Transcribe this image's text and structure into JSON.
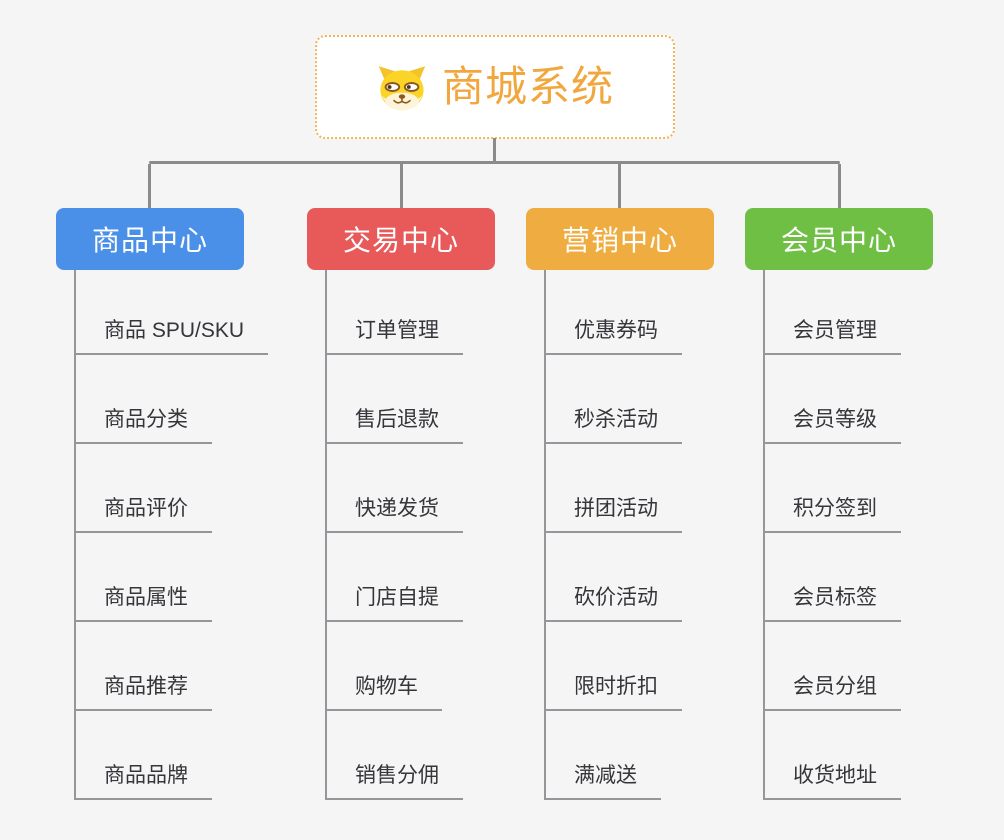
{
  "root": {
    "title": "商城系统",
    "icon": "dog-mascot-icon",
    "title_color": "#f1a73e",
    "border_color": "#f3b45a"
  },
  "connector_color": "#8b8b8b",
  "branches": [
    {
      "label": "商品中心",
      "color": "#4a8fe8",
      "children": [
        "商品 SPU/SKU",
        "商品分类",
        "商品评价",
        "商品属性",
        "商品推荐",
        "商品品牌"
      ]
    },
    {
      "label": "交易中心",
      "color": "#e85a5a",
      "children": [
        "订单管理",
        "售后退款",
        "快递发货",
        "门店自提",
        "购物车",
        "销售分佣"
      ]
    },
    {
      "label": "营销中心",
      "color": "#efad41",
      "children": [
        "优惠券码",
        "秒杀活动",
        "拼团活动",
        "砍价活动",
        "限时折扣",
        "满减送"
      ]
    },
    {
      "label": "会员中心",
      "color": "#6fbf44",
      "children": [
        "会员管理",
        "会员等级",
        "积分签到",
        "会员标签",
        "会员分组",
        "收货地址"
      ]
    }
  ]
}
